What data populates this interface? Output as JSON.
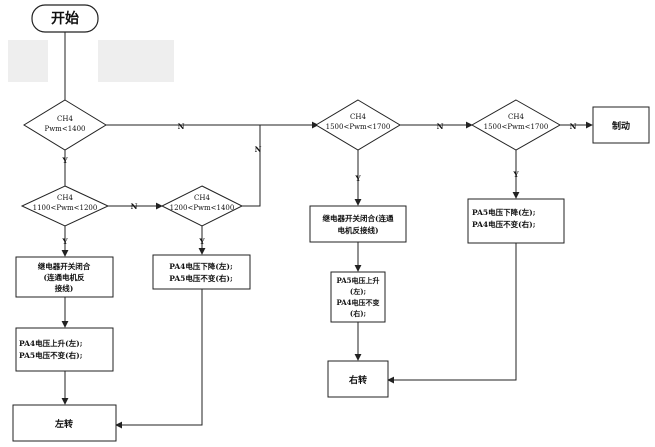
{
  "start": "开始",
  "decisions": {
    "d1": {
      "line1": "CH4",
      "line2": "Pwm<1400"
    },
    "d2": {
      "line1": "CH4",
      "line2": "1100<Pwm<1200"
    },
    "d3": {
      "line1": "CH4",
      "line2": "1200<Pwm<1400"
    },
    "d4": {
      "line1": "CH4",
      "line2": "1500<Pwm<1700"
    },
    "d5": {
      "line1": "CH4",
      "line2": "1500<Pwm<1700"
    }
  },
  "boxes": {
    "relay_left": {
      "l1": "继电器开关闭合",
      "l2": "(连通电机反",
      "l3": "接线)"
    },
    "pa4_up": {
      "l1": "PA4电压上升(左);",
      "l2": "PA5电压不变(右);"
    },
    "pa4_down": {
      "l1": "PA4电压下降(左);",
      "l2": "PA5电压不变(右);"
    },
    "relay_right": {
      "l1": "继电器开关闭合(连通",
      "l2": "电机反接线)"
    },
    "pa5_up": {
      "l1": "PA5电压上升",
      "l2": "(左);",
      "l3": "PA4电压不变",
      "l4": "(右);"
    },
    "pa5_down": {
      "l1": "PA5电压下降(左);",
      "l2": "PA4电压不变(右);"
    },
    "turn_left": "左转",
    "turn_right": "右转",
    "brake": "制动"
  },
  "labels": {
    "yes": "Y",
    "no": "N"
  }
}
